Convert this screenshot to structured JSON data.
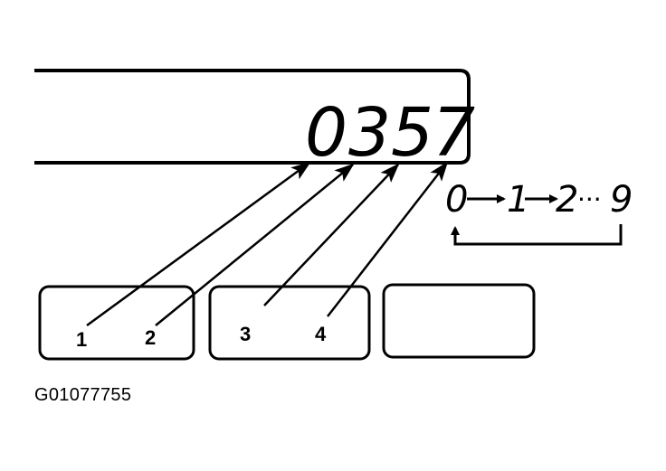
{
  "display": {
    "digits": [
      "0",
      "3",
      "5",
      "7"
    ]
  },
  "sequence": {
    "start": "0",
    "second": "1",
    "third": "2",
    "dots": "···",
    "end": "9"
  },
  "labels": {
    "l1": "1",
    "l2": "2",
    "l3": "3",
    "l4": "4"
  },
  "figure_id": "G01077755",
  "colors": {
    "ink": "#000000",
    "paper": "#ffffff"
  }
}
